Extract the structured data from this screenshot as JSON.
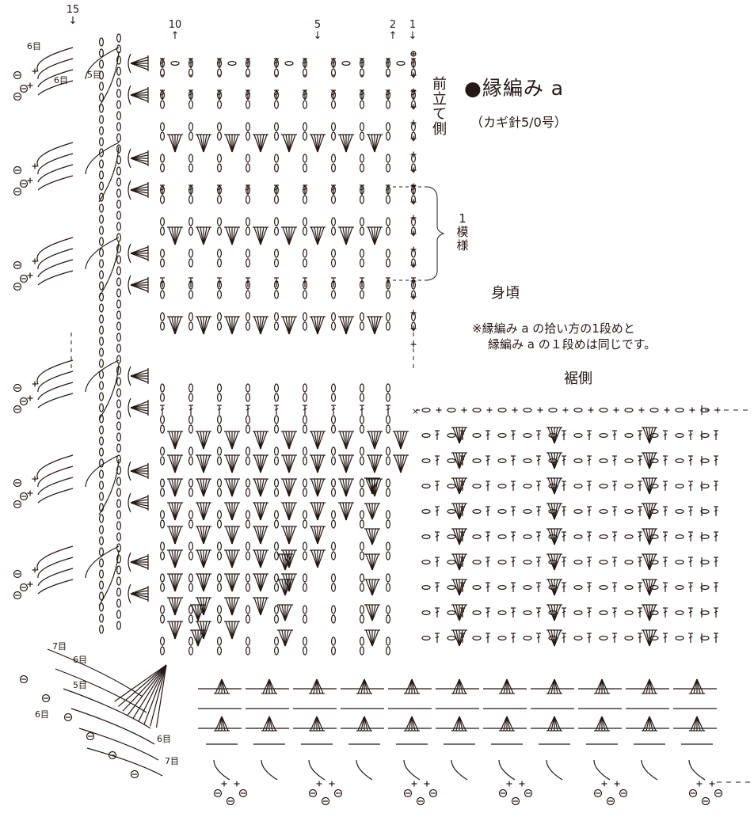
{
  "title": "●縁編み a",
  "hook": "（カギ針5/0号）",
  "front_label": "前立て側",
  "hem_label": "裾側",
  "body_label": "身頃",
  "note_lines": [
    "※縁編み a の拾い方の1段めと",
    "縁編み a の１段めは同じです。"
  ],
  "repeat_label": [
    "1",
    "模",
    "様"
  ],
  "column_numbers": [
    {
      "label": "15",
      "arrow": "↓"
    },
    {
      "label": "10",
      "arrow": "↑"
    },
    {
      "label": "5",
      "arrow": "↓"
    },
    {
      "label": "2",
      "arrow": "↑"
    },
    {
      "label": "1",
      "arrow": "↓"
    }
  ],
  "stitch_count_labels": [
    "6目",
    "6目",
    "5目",
    "7目",
    "6目",
    "5目",
    "6目",
    "6目",
    "7目"
  ],
  "colors": {
    "ink": "#231815",
    "background": "#ffffff"
  }
}
